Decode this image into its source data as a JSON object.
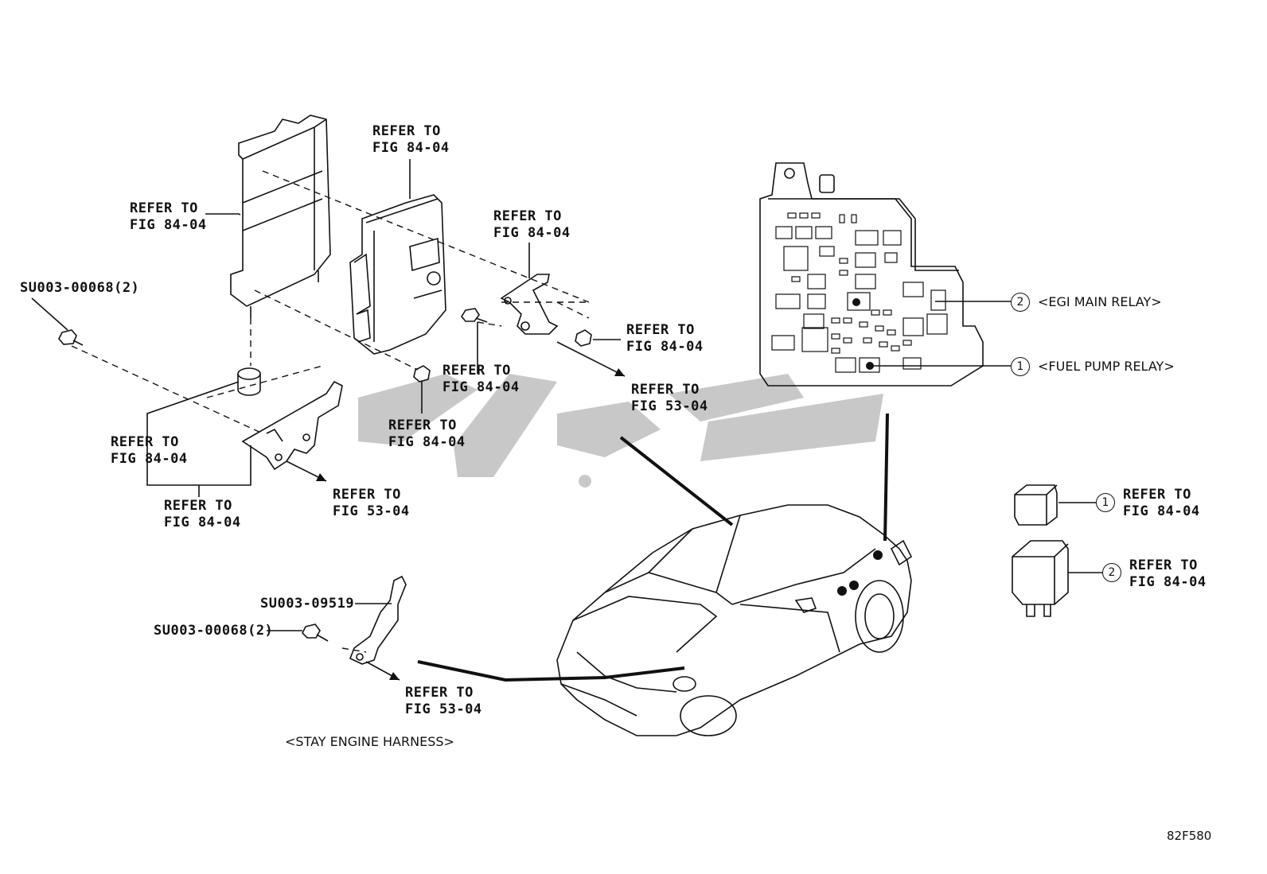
{
  "diagram": {
    "figure_code": "82F580",
    "watermark_text": "توچی",
    "caption_stay": "<STAY ENGINE HARNESS>",
    "refs": {
      "r1": [
        "REFER TO",
        "FIG 84-04"
      ],
      "r2": [
        "REFER TO",
        "FIG 84-04"
      ],
      "r3": [
        "REFER TO",
        "FIG 84-04"
      ],
      "r4": [
        "REFER TO",
        "FIG 84-04"
      ],
      "r5": [
        "REFER TO",
        "FIG 84-04"
      ],
      "r6": [
        "REFER TO",
        "FIG 53-04"
      ],
      "r7": [
        "REFER TO",
        "FIG 84-04"
      ],
      "r8": [
        "REFER TO",
        "FIG 84-04"
      ],
      "r9": [
        "REFER TO",
        "FIG 84-04"
      ],
      "r10": [
        "REFER TO",
        "FIG 53-04"
      ],
      "r11": [
        "REFER TO",
        "FIG 53-04"
      ],
      "r12": [
        "REFER TO",
        "FIG 84-04"
      ],
      "r13": [
        "REFER TO",
        "FIG 84-04"
      ]
    },
    "parts": {
      "bolt_top": "SU003-00068(2)",
      "stay_part": "SU003-09519",
      "bolt_bottom": "SU003-00068(2)"
    },
    "relays": {
      "egi_num": "2",
      "egi_label": "<EGI MAIN RELAY>",
      "fuel_num": "1",
      "fuel_label": "<FUEL PUMP RELAY>",
      "small_relay_num": "1",
      "large_relay_num": "2"
    }
  }
}
